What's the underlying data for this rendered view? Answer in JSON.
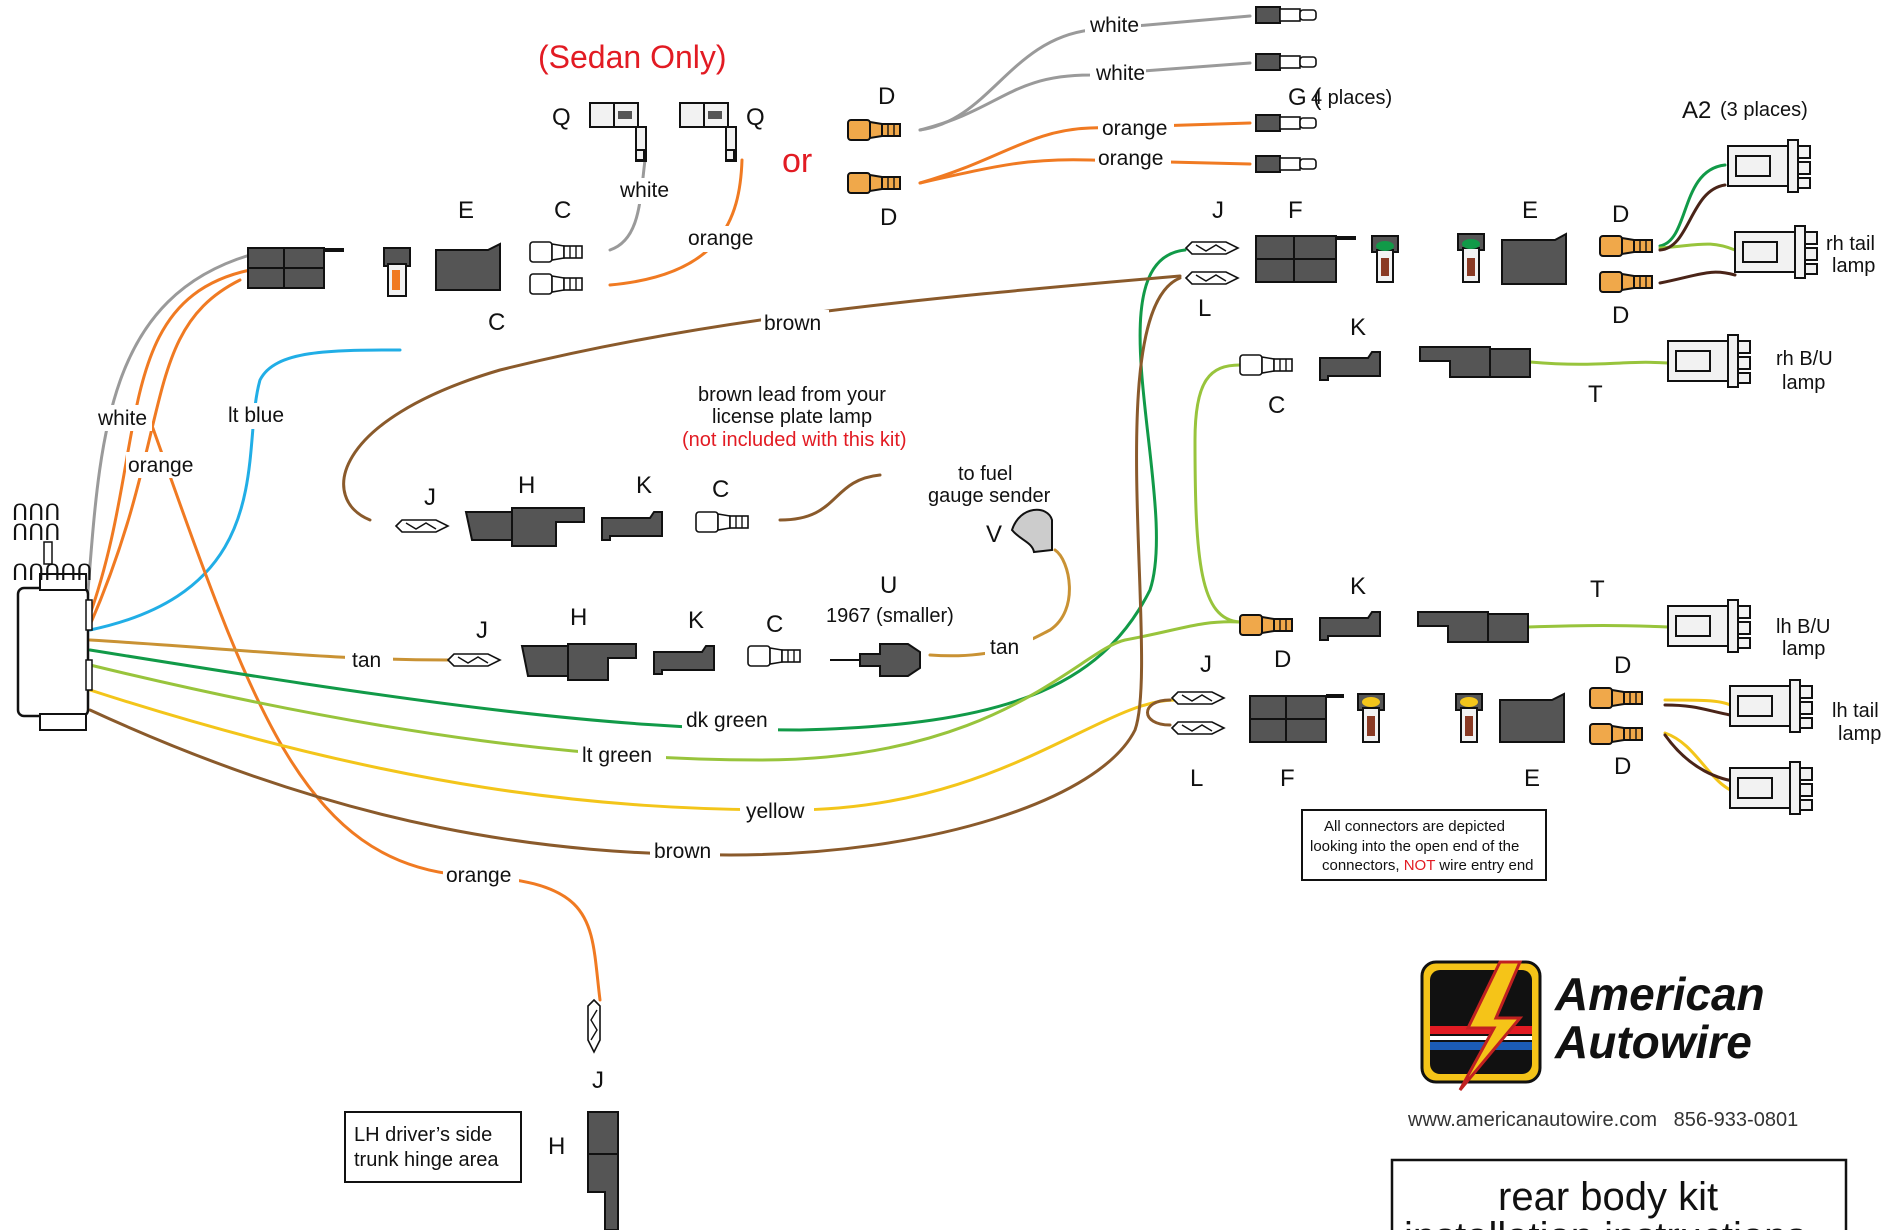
{
  "title_sedan": "(Sedan Only)",
  "or": "or",
  "wires": {
    "white": "white",
    "orange": "orange",
    "lt_blue": "lt blue",
    "brown": "brown",
    "tan": "tan",
    "dk_green": "dk green",
    "lt_green": "lt green",
    "yellow": "yellow"
  },
  "letters": {
    "A2": "A2",
    "C": "C",
    "D": "D",
    "E": "E",
    "F": "F",
    "G": "G (",
    "H": "H",
    "J": "J",
    "K": "K",
    "L": "L",
    "Q": "Q",
    "T": "T",
    "U": "U",
    "V": "V"
  },
  "notes": {
    "g_places": "4 places)",
    "a2_places": "(3 places)",
    "brown_lead_1": "brown lead from your",
    "brown_lead_2": "license plate lamp",
    "brown_lead_3": "(not included with this kit)",
    "fuel_1": "to fuel",
    "fuel_2": "gauge sender",
    "u_note": "1967 (smaller)",
    "rh_tail_1": "rh tail",
    "rh_tail_2": "lamp",
    "rh_bu_1": "rh B/U",
    "rh_bu_2": "lamp",
    "lh_bu_1": "lh B/U",
    "lh_bu_2": "lamp",
    "lh_tail_1": "lh tail",
    "lh_tail_2": "lamp",
    "depicted_1": "All connectors are depicted",
    "depicted_2": "looking into the open end of the",
    "depicted_3a": "connectors, ",
    "depicted_3b": "NOT",
    "depicted_3c": " wire entry end",
    "hinge_1": "LH driver’s side",
    "hinge_2": "trunk hinge area"
  },
  "brand": {
    "name_1": "American",
    "name_2": "Autowire",
    "url_phone": "www.americanautowire.com   856-933-0801"
  },
  "titlebox": {
    "line1": "rear body kit",
    "line2": "installation instructions"
  },
  "colors": {
    "white_wire": "#9a9a9a",
    "orange_wire": "#f07a22",
    "lt_blue_wire": "#21aee6",
    "brown_wire": "#8a5a2b",
    "tan_wire": "#c99234",
    "dk_green_wire": "#119a48",
    "lt_green_wire": "#98c43c",
    "yellow_wire": "#f3c51a",
    "dark_brown_wire": "#4a2418",
    "accent_red": "#e21b23"
  }
}
